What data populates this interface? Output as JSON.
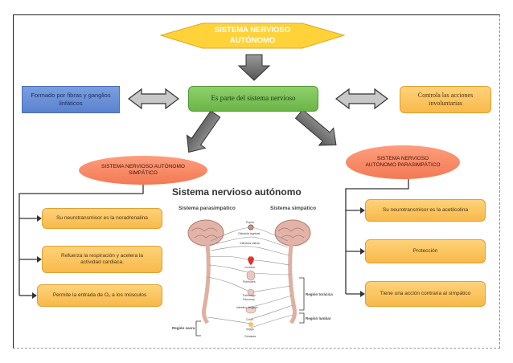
{
  "title_line1": "SISTEMA NERVIOSO",
  "title_line2": "AUTÓNOMO",
  "center_box": "Es parte del sistema nervioso",
  "left_box": "Formado por fibras y ganglios linfáticos",
  "right_box": "Controla las acciones involuntarias",
  "sympathetic": {
    "title": "SISTEMA NERVIOSO AUTÓNOMO SIMPÁTICO",
    "items": [
      "Su neurotransmisor es la noradrenalina",
      "Refuerza la respiración y acelera la actividad cardiaca.",
      "Permite la entrada de O₂ a los músculos"
    ]
  },
  "parasympathetic": {
    "title": "SISTEMA NERVIOSO AUTÓNOMO PARASIMPÁTICO",
    "items": [
      "Su neurotransmisor es la acetilcolina",
      "Protección",
      "Tiene una acción contraria al simpático"
    ]
  },
  "illustration": {
    "caption": "Sistema nervioso autónomo",
    "left_label": "Sistema parasimpático",
    "right_label": "Sistema simpático",
    "organs": [
      "Pupila",
      "Glándula lagrimal",
      "Glándula salival",
      "Corazón",
      "Pulmones",
      "Estómago",
      "Páncreas",
      "Intestino delgado",
      "Colon",
      "Vejiga",
      "Gónadas"
    ],
    "regions": [
      "Región torácica",
      "Región lumbar",
      "Región sacra"
    ]
  }
}
